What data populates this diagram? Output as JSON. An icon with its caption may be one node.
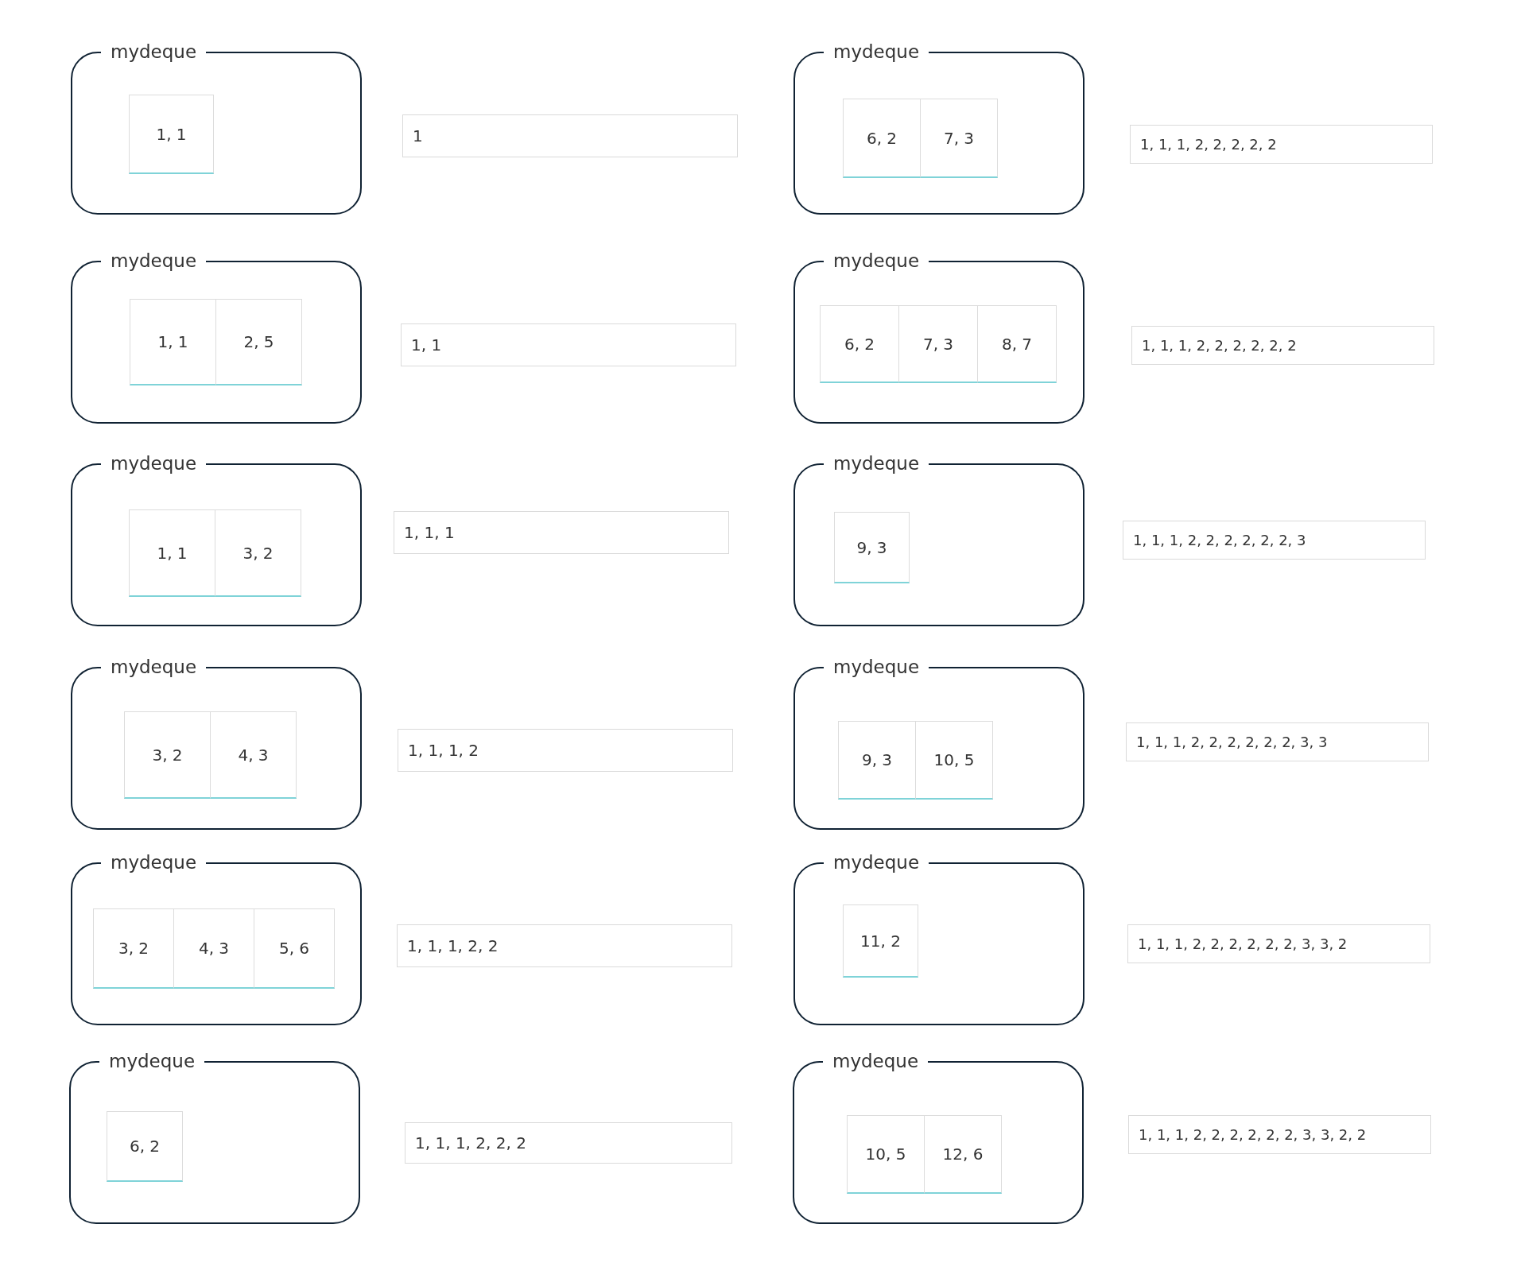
{
  "diagram": {
    "nodes": [
      {
        "text": [
          "mydeque"
        ]
      },
      {
        "text": [
          "1, 1"
        ],
        "in": 0
      },
      {
        "text": [
          "1"
        ]
      },
      {
        "text": [
          "mydeque"
        ]
      },
      {
        "text": [
          "6, 2"
        ],
        "in": 3
      },
      {
        "text": [
          "7, 3"
        ],
        "in": 3
      },
      {
        "text": [
          "1, 1, 1, 2, 2, 2, 2, 2"
        ]
      },
      {
        "text": [
          "mydeque"
        ]
      },
      {
        "text": [
          "1, 1"
        ],
        "in": 7
      },
      {
        "text": [
          "2, 5"
        ],
        "in": 7
      },
      {
        "text": [
          "1, 1"
        ]
      },
      {
        "text": [
          "mydeque"
        ]
      },
      {
        "text": [
          "6, 2"
        ],
        "in": 11
      },
      {
        "text": [
          "7, 3"
        ],
        "in": 11
      },
      {
        "text": [
          "8, 7"
        ],
        "in": 11
      },
      {
        "text": [
          "1, 1, 1, 2, 2, 2, 2, 2, 2"
        ]
      },
      {
        "text": [
          "mydeque"
        ]
      },
      {
        "text": [
          "1, 1"
        ],
        "in": 16
      },
      {
        "text": [
          "3, 2"
        ],
        "in": 16
      },
      {
        "text": [
          "1, 1, 1"
        ]
      },
      {
        "text": [
          "mydeque"
        ]
      },
      {
        "text": [
          "9, 3"
        ],
        "in": 20
      },
      {
        "text": [
          "1, 1, 1, 2, 2, 2, 2, 2, 2, 3"
        ]
      },
      {
        "text": [
          "mydeque"
        ]
      },
      {
        "text": [
          "3, 2"
        ],
        "in": 23
      },
      {
        "text": [
          "4, 3"
        ],
        "in": 23
      },
      {
        "text": [
          "1, 1, 1, 2"
        ]
      },
      {
        "text": [
          "mydeque"
        ]
      },
      {
        "text": [
          "9, 3"
        ],
        "in": 27
      },
      {
        "text": [
          "10, 5"
        ],
        "in": 27
      },
      {
        "text": [
          "1, 1, 1, 2, 2, 2, 2, 2, 2, 3, 3"
        ]
      },
      {
        "text": [
          "mydeque"
        ]
      },
      {
        "text": [
          "3, 2"
        ],
        "in": 31
      },
      {
        "text": [
          "4, 3"
        ],
        "in": 31
      },
      {
        "text": [
          "5, 6"
        ],
        "in": 31
      },
      {
        "text": [
          "1, 1, 1, 2, 2"
        ]
      },
      {
        "text": [
          "mydeque"
        ]
      },
      {
        "text": [
          "11, 2"
        ],
        "in": 36
      },
      {
        "text": [
          "1, 1, 1, 2, 2, 2, 2, 2, 2, 3, 3, 2"
        ]
      },
      {
        "text": [
          "mydeque"
        ]
      },
      {
        "text": [
          "6, 2"
        ],
        "in": 39
      },
      {
        "text": [
          "1, 1, 1, 2, 2, 2"
        ]
      },
      {
        "text": [
          "mydeque"
        ]
      },
      {
        "text": [
          "10, 5"
        ],
        "in": 42
      },
      {
        "text": [
          "12, 6"
        ],
        "in": 42
      },
      {
        "text": [
          "1, 1, 1, 2, 2, 2, 2, 2, 2, 3, 3, 2, 2"
        ]
      }
    ]
  }
}
